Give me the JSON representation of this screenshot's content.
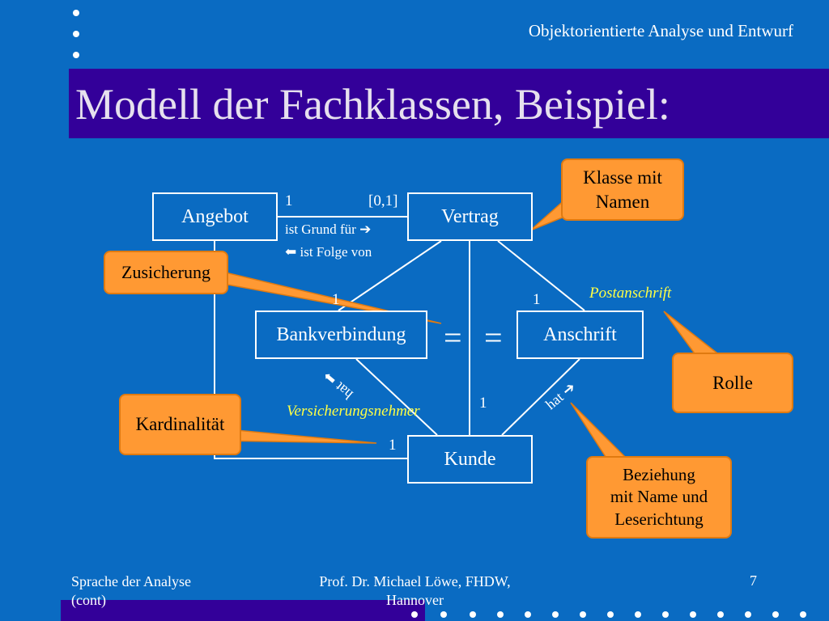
{
  "header": {
    "course": "Objektorientierte Analyse und Entwurf"
  },
  "slide": {
    "title": "Modell der Fachklassen, Beispiel:"
  },
  "classes": {
    "angebot": "Angebot",
    "vertrag": "Vertrag",
    "bankverbindung": "Bankverbindung",
    "anschrift": "Anschrift",
    "kunde": "Kunde"
  },
  "associations": {
    "angebot_vertrag_mult_left": "1",
    "angebot_vertrag_mult_right": "[0,1]",
    "ist_grund_fuer": "ist Grund für",
    "ist_folge_von": "ist Folge von",
    "bank_mult": "1",
    "anschrift_mult": "1",
    "kunde_mult_top": "1",
    "kunde_mult_left": "1",
    "hat_left": "hat",
    "hat_right": "hat",
    "role_postanschrift": "Postanschrift",
    "role_versicherungsnehmer": "Versicherungsnehmer",
    "equal_sign": "="
  },
  "callouts": {
    "klasse_line1": "Klasse mit",
    "klasse_line2": "Namen",
    "zusicherung": "Zusicherung",
    "rolle": "Rolle",
    "kardinalitaet": "Kardinalität",
    "beziehung_line1": "Beziehung",
    "beziehung_line2": "mit Name und",
    "beziehung_line3": "Leserichtung"
  },
  "footer": {
    "left_line1": "Sprache der Analyse",
    "left_line2": "(cont)",
    "center_line1": "Prof. Dr. Michael Löwe, FHDW,",
    "center_line2": "Hannover",
    "page_number": "7"
  },
  "colors": {
    "background": "#0a6bc2",
    "title_band": "#330099",
    "callout": "#ff9933",
    "role_text": "#ffff44"
  }
}
